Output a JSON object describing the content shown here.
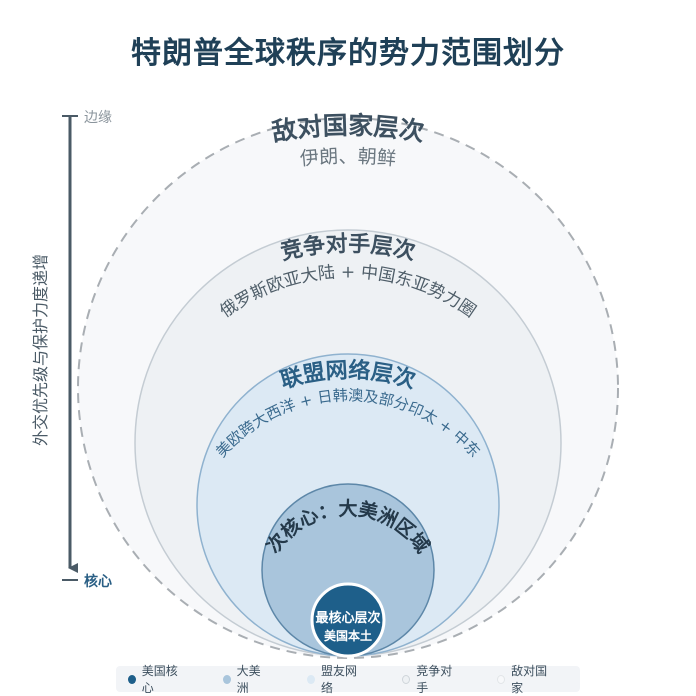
{
  "title": "特朗普全球秩序的势力范围划分",
  "axis": {
    "top_label": "边缘",
    "bottom_label": "核心",
    "label": "外交优先级与保护力度递增"
  },
  "layers": {
    "hostile": {
      "title": "敌对国家层次",
      "subtitle": "伊朗、朝鲜"
    },
    "competitor": {
      "title": "竞争对手层次",
      "subtitle": "俄罗斯欧亚大陆 + 中国东亚势力圈"
    },
    "alliance": {
      "title": "联盟网络层次",
      "subtitle": "美欧跨大西洋 + 日韩澳及部分印太 + 中东"
    },
    "subcore": {
      "title": "次核心：大美洲区域"
    },
    "core": {
      "title": "最核心层次",
      "subtitle": "美国本土"
    }
  },
  "legend": [
    {
      "label": "美国核心",
      "color": "#1e5f8a"
    },
    {
      "label": "大美洲",
      "color": "#a9c5dc"
    },
    {
      "label": "盟友网络",
      "color": "#dce9f4"
    },
    {
      "label": "竞争对手",
      "color": "#eef1f4"
    },
    {
      "label": "敌对国家",
      "color": "#f7f8fa"
    }
  ]
}
